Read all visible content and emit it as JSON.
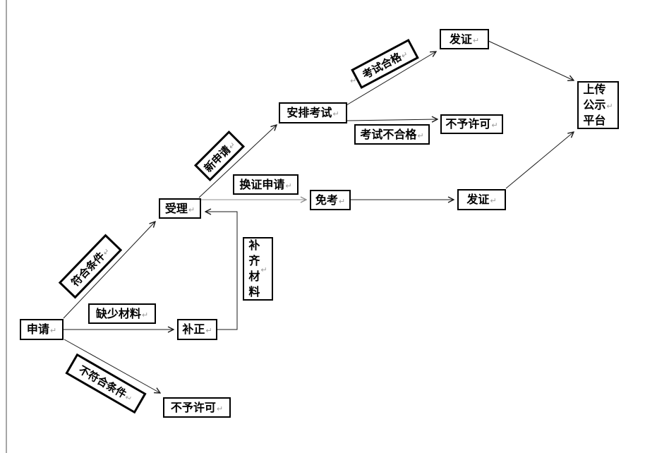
{
  "diagram": {
    "type": "flowchart",
    "description": "Certificate application approval process flowchart"
  },
  "colors": {
    "line": "#1a1a1a",
    "gray_line": "#999999",
    "page_border": "#a6a6a6",
    "box_border": "#000000",
    "box_fill": "#ffffff"
  },
  "marks": {
    "pilcrow": "↵"
  },
  "nodes": {
    "apply": {
      "label": "申请"
    },
    "accept": {
      "label": "受理"
    },
    "arrange_exam": {
      "label": "安排考试"
    },
    "issue_cert_top": {
      "label": "发证"
    },
    "upload_platform": {
      "label": "上传\n公示\n平台"
    },
    "deny_mid": {
      "label": "不予许可"
    },
    "exam_fail": {
      "label": "考试不合格"
    },
    "renew_apply": {
      "label": "换证申请"
    },
    "exempt": {
      "label": "免考"
    },
    "issue_cert_mid": {
      "label": "发证"
    },
    "supplement": {
      "label": "补\n齐\n材\n料"
    },
    "missing": {
      "label": "缺少材料"
    },
    "correct": {
      "label": "补正"
    },
    "deny_bottom": {
      "label": "不予许可"
    }
  },
  "rotated_labels": {
    "qualified": {
      "label": "符合条件"
    },
    "new_application": {
      "label": "新申请"
    },
    "exam_pass": {
      "label": "考试合格"
    },
    "not_qualified": {
      "label": "不符合条件"
    }
  },
  "edges": [
    {
      "from": "申请",
      "to": "受理",
      "label": "符合条件"
    },
    {
      "from": "受理",
      "to": "安排考试",
      "label": "新申请"
    },
    {
      "from": "安排考试",
      "to": "发证",
      "label": "考试合格"
    },
    {
      "from": "发证",
      "to": "上传公示平台",
      "label": ""
    },
    {
      "from": "安排考试",
      "to": "不予许可",
      "label": "考试不合格"
    },
    {
      "from": "受理",
      "to": "免考",
      "label": "换证申请"
    },
    {
      "from": "免考",
      "to": "发证",
      "label": ""
    },
    {
      "from": "发证",
      "to": "上传公示平台",
      "label": ""
    },
    {
      "from": "申请",
      "to": "补正",
      "label": "缺少材料"
    },
    {
      "from": "补正",
      "to": "受理",
      "label": "补齐材料"
    },
    {
      "from": "申请",
      "to": "不予许可",
      "label": "不符合条件"
    }
  ]
}
